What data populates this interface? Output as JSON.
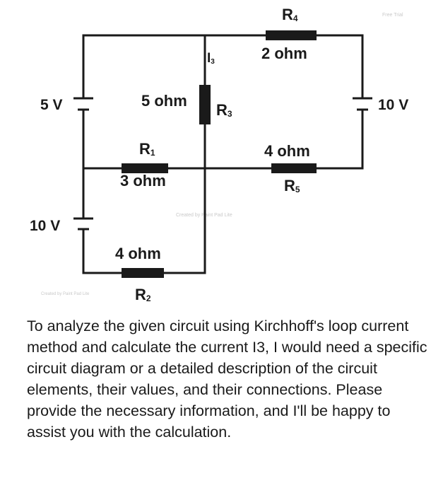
{
  "circuit": {
    "r4": {
      "label": "R",
      "sub": "4",
      "value": "2 ohm"
    },
    "r3": {
      "label": "R",
      "sub": "3",
      "value": "5 ohm"
    },
    "r1": {
      "label": "R",
      "sub": "1",
      "value": "3 ohm"
    },
    "r5": {
      "label": "R",
      "sub": "5",
      "value": "4 ohm"
    },
    "r2": {
      "label": "R",
      "sub": "2",
      "value": "4 ohm"
    },
    "current_label": {
      "label": "I",
      "sub": "3"
    },
    "source_top_left": "5 V",
    "source_bottom_left": "10 V",
    "source_right": "10 V",
    "watermarks": {
      "top_right": "Free Trial",
      "center": "Created by Paint Pad Lite",
      "bottom_left": "Created by Paint Pad Lite"
    }
  },
  "explanation": "To analyze the given circuit using Kirchhoff's loop current method and calculate the current I3, I would need a specific circuit diagram or a detailed description of the circuit elements, their values, and their connections. Please provide the necessary information, and I'll be happy to assist you with the calculation."
}
